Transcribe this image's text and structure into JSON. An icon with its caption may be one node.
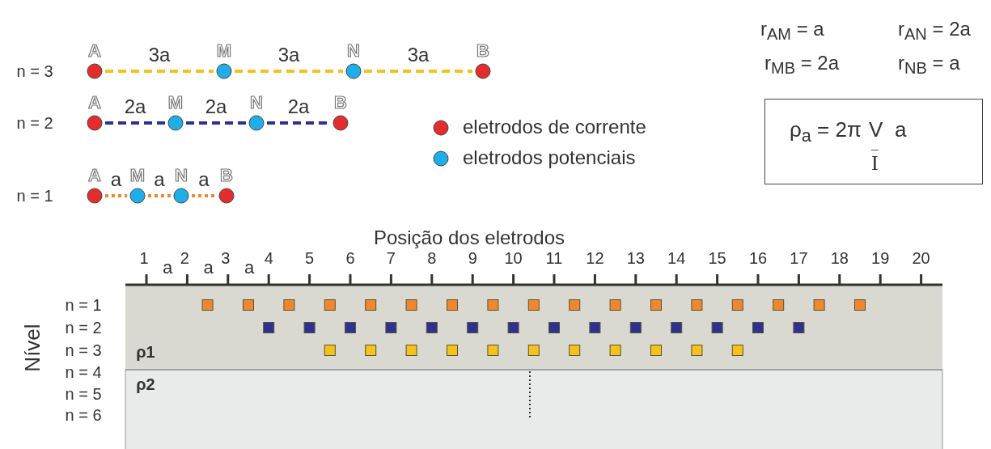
{
  "diagram": {
    "nodes": [
      {
        "text": [
          "A"
        ]
      },
      {
        "text": [
          "M"
        ]
      },
      {
        "text": [
          "N"
        ]
      },
      {
        "text": [
          "B"
        ]
      },
      {
        "text": [
          "A"
        ]
      },
      {
        "text": [
          "M"
        ]
      },
      {
        "text": [
          "N"
        ]
      },
      {
        "text": [
          "B"
        ]
      },
      {
        "text": [
          "A"
        ]
      },
      {
        "text": [
          "M"
        ]
      },
      {
        "text": [
          "N"
        ]
      },
      {
        "text": [
          "B"
        ]
      },
      {
        "text": [
          "ρ$_{a}$ = 2π",
          "V",
          "I",
          "a"
        ]
      }
    ],
    "edges": [
      {
        "from": 0,
        "to": 1,
        "arrow": "none",
        "label": "3a",
        "style": "dashed",
        "color": "#f5c21b"
      },
      {
        "from": 1,
        "to": 2,
        "arrow": "none",
        "label": "3a",
        "style": "dashed",
        "color": "#f5c21b"
      },
      {
        "from": 2,
        "to": 3,
        "arrow": "none",
        "label": "3a",
        "style": "dashed",
        "color": "#f5c21b"
      },
      {
        "from": 4,
        "to": 5,
        "arrow": "none",
        "label": "2a",
        "style": "dashed",
        "color": "#2e3192"
      },
      {
        "from": 5,
        "to": 6,
        "arrow": "none",
        "label": "2a",
        "style": "dashed",
        "color": "#2e3192"
      },
      {
        "from": 6,
        "to": 7,
        "arrow": "none",
        "label": "2a",
        "style": "dashed",
        "color": "#2e3192"
      },
      {
        "from": 8,
        "to": 9,
        "arrow": "none",
        "label": "a",
        "style": "dashed",
        "color": "#f0872e"
      },
      {
        "from": 9,
        "to": 10,
        "arrow": "none",
        "label": "a",
        "style": "dashed",
        "color": "#f0872e"
      },
      {
        "from": 10,
        "to": 11,
        "arrow": "none",
        "label": "a",
        "style": "dashed",
        "color": "#f0872e"
      }
    ],
    "labels": [
      "n = 3",
      "r$_{AM}$ = a",
      "r$_{AN}$ = 2a",
      "r$_{MB}$ = 2a",
      "r$_{NB}$ = a",
      "n = 2",
      "n = 1",
      "Posição dos eletrodos",
      "1",
      "a",
      "2",
      "a",
      "3",
      "a",
      "4",
      "5",
      "6",
      "7",
      "8",
      "9",
      "10",
      "11",
      "12",
      "13",
      "14",
      "15",
      "16",
      "17",
      "18",
      "19",
      "20",
      "n = 1",
      "n = 2",
      "n = 3",
      "ρ1",
      "n = 4",
      "ρ2",
      "n = 5",
      "n = 6",
      "Nível"
    ],
    "legend": [
      {
        "text": "eletrodos de corrente",
        "color": "#e42c2c"
      },
      {
        "text": "eletrodos potenciais",
        "color": "#1eaee8"
      }
    ]
  }
}
